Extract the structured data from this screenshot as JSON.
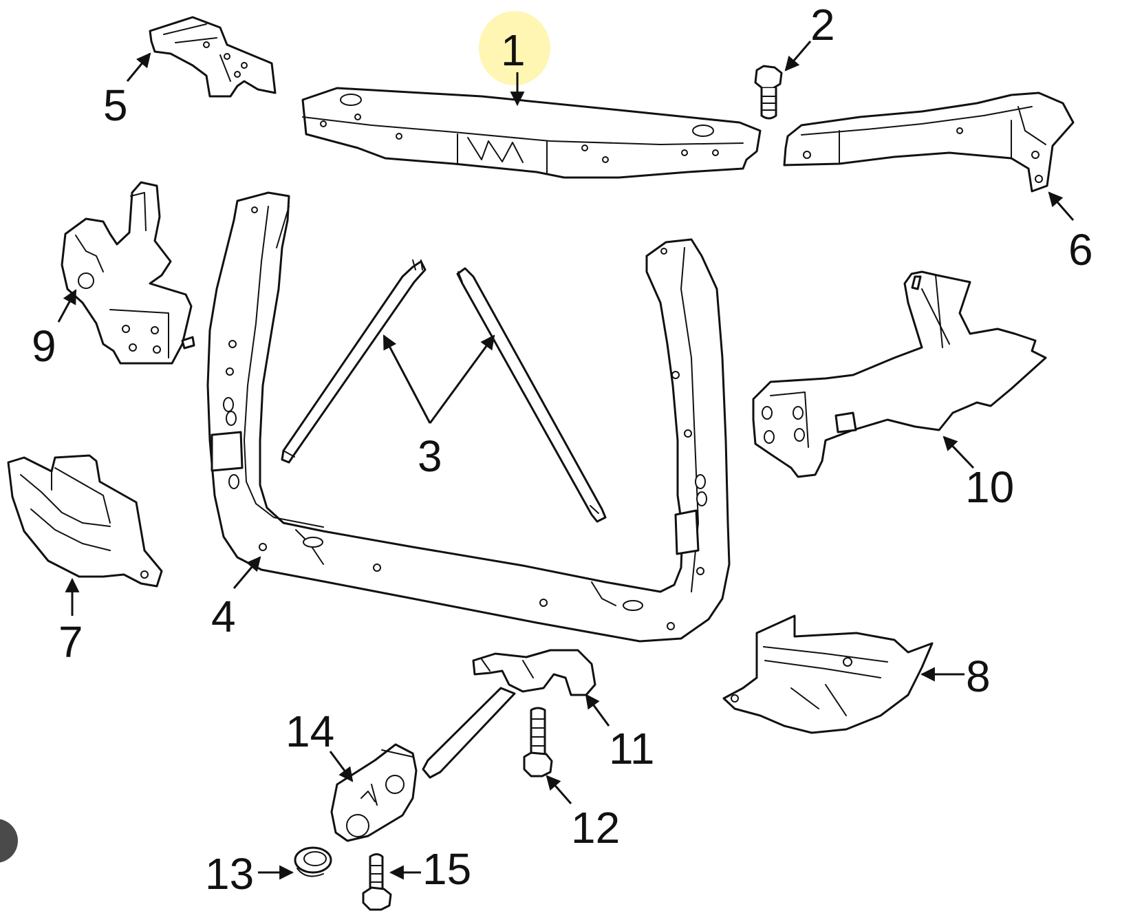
{
  "diagram": {
    "callouts": [
      "1",
      "2",
      "3",
      "4",
      "5",
      "6",
      "7",
      "8",
      "9",
      "10",
      "11",
      "12",
      "13",
      "14",
      "15"
    ],
    "highlighted_callout": "1",
    "colors": {
      "line": "#111111",
      "background": "#ffffff",
      "highlight": "#fff6b0",
      "corner_button": "#4a4a4a"
    }
  }
}
